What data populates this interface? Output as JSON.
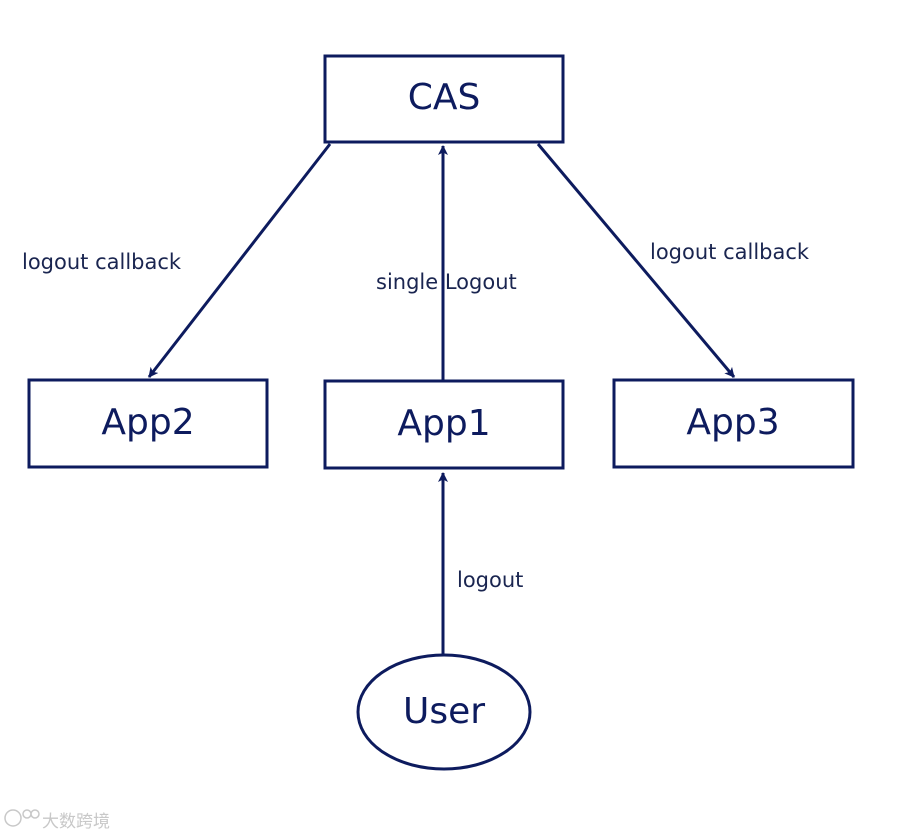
{
  "colors": {
    "stroke": "#0d1b5e",
    "label": "#1a2550",
    "background": "#ffffff",
    "watermark": "#c8c8c8"
  },
  "nodes": {
    "cas": "CAS",
    "app1": "App1",
    "app2": "App2",
    "app3": "App3",
    "user": "User"
  },
  "edges": {
    "app1_to_cas": "single Logout",
    "cas_to_app2": "logout callback",
    "cas_to_app3": "logout callback",
    "user_to_app1": "logout"
  },
  "watermark": {
    "text": "大数跨境"
  }
}
